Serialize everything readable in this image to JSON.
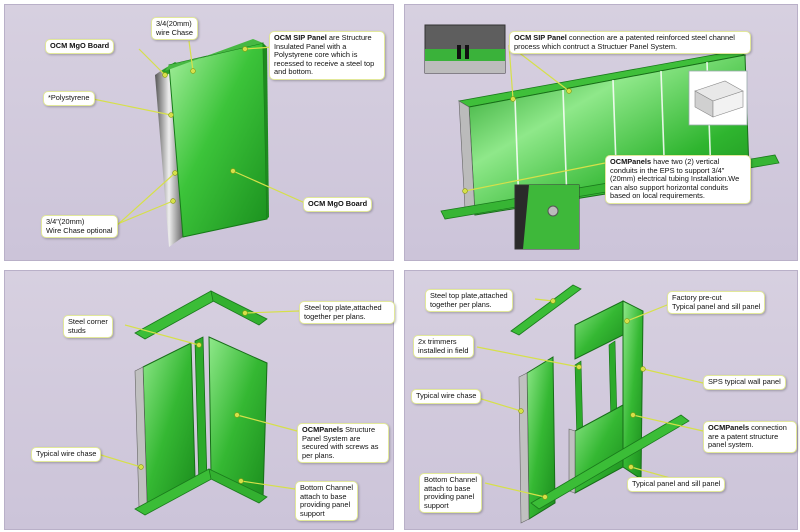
{
  "panels": {
    "p1": {
      "mgo_board_top": "OCM MgO Board",
      "wire_chase": "3/4(20mm)\nwire Chase",
      "sip_bold": "OCM SIP Panel",
      "sip_text": " are Structure Insulated Panel with a Polystyrene core which is recessed to receive a steel top and bottom.",
      "polystyrene": "*Polystyrene",
      "mgo_board_right": "OCM MgO Board",
      "wire_chase_optional": "3/4\"(20mm)\nWire Chase optional"
    },
    "p2": {
      "connection_bold": "OCM SIP Panel",
      "connection_text": " connection are a patented reinforced steel channel process which contruct a Structuer Panel System.",
      "conduits_bold": "OCMPanels",
      "conduits_text": " have two (2) vertical conduits in the EPS to support 3/4\"(20mm) electrical tubing Installation.We can also support horizontal conduits based on local requirements."
    },
    "p3": {
      "steel_top_plate": "Steel top plate,attached together per plans.",
      "corner_studs": "Steel corner\nstuds",
      "wire_chase": "Typical wire chase",
      "structure_bold": "OCMPanels",
      "structure_text": " Structure Panel System are secured with screws as per plans.",
      "bottom_channel": "Bottom Channel\nattach to base\nproviding panel\nsupport"
    },
    "p4": {
      "steel_top_plate": "Steel top plate,attached\ntogether per plans.",
      "factory_precut": "Factory pre-cut\nTypical panel and sill panel",
      "trimmers": "2x trimmers\ninstalled in field",
      "wire_chase": "Typical wire chase",
      "sps_panel": "SPS  typical wall panel",
      "connection_bold": "OCMPanels",
      "connection_text": " connection are a patent structure panel system.",
      "sill_panel": "Typical panel and sill panel",
      "bottom_channel": "Bottom Channel\nattach to base\nproviding panel\nsupport"
    }
  },
  "colors": {
    "background": "#ccc4d9",
    "panel_green": "#2fb52f",
    "panel_green_light": "#7ee07a",
    "leader_line": "#d6e04a",
    "label_border": "#e2e89a"
  }
}
